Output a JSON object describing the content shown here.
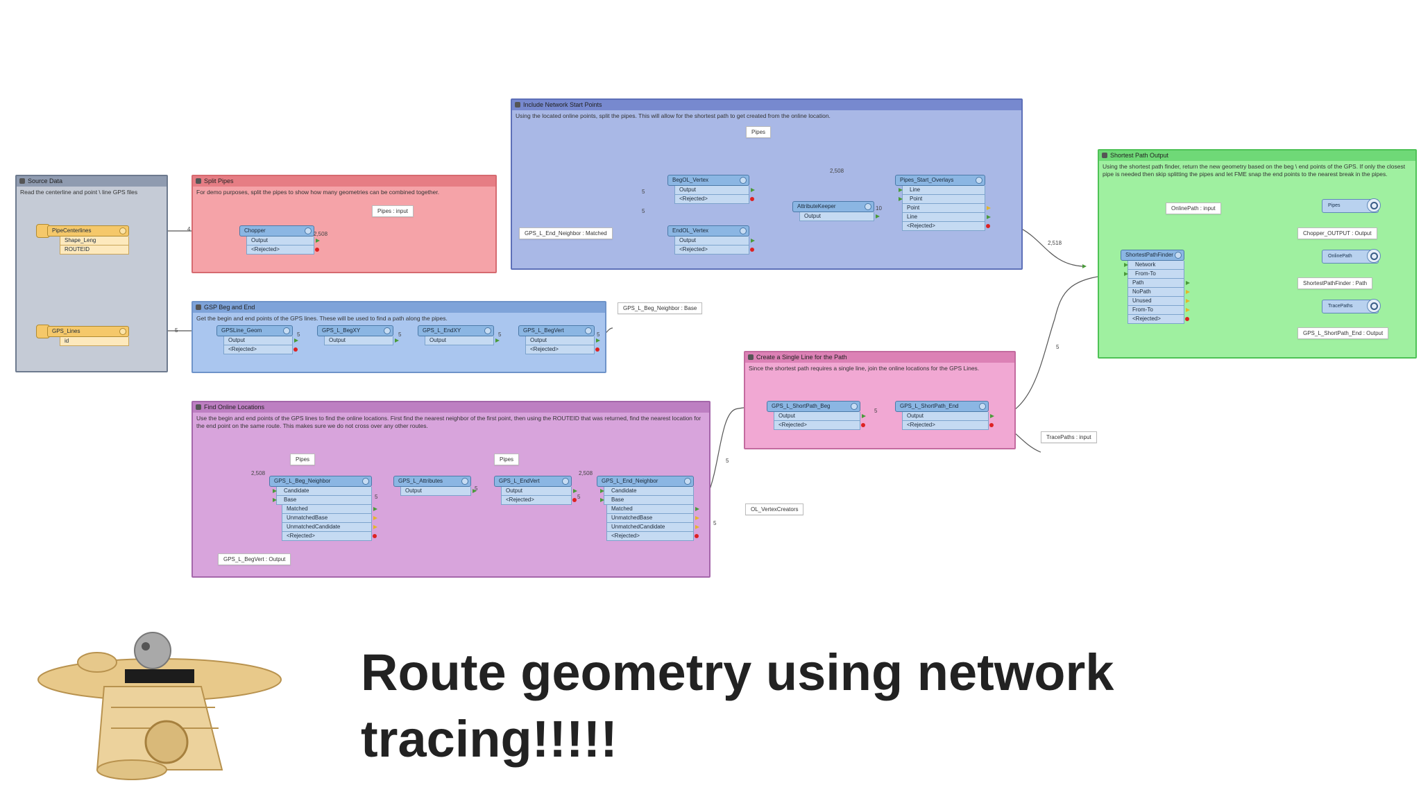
{
  "slide_title": "Route geometry using network tracing!!!!!",
  "bookmarks": {
    "source": {
      "title": "Source Data",
      "desc": "Read the centerline and point \\ line GPS files",
      "color": "#c5cbd6"
    },
    "split": {
      "title": "Split Pipes",
      "desc": "For demo purposes, split the pipes to show how many geometries can be combined together.",
      "color": "#f5a3a8"
    },
    "include": {
      "title": "Include Network Start Points",
      "desc": "Using the located online points, split the pipes.  This will allow for the shortest path to get created from the online location.",
      "color": "#a9b8e6"
    },
    "gsp": {
      "title": "GSP Beg and End",
      "desc": "Get the begin and end points of the GPS lines.  These will be used to find a path along the pipes.",
      "color": "#aac6ef"
    },
    "find": {
      "title": "Find Online Locations",
      "desc": "Use the begin and end points of the GPS lines to find the online locations.  First find the nearest neighbor of the first point, then using the ROUTEID that was returned, find the nearest location for the end point on the same route.  This makes sure we do not cross over any other routes.",
      "color": "#d8a4dc"
    },
    "single": {
      "title": "Create a Single Line for the Path",
      "desc": "Since the shortest path requires a single line, join the online locations for the GPS Lines.",
      "color": "#f1a8d3"
    },
    "shortest": {
      "title": "Shortest Path Output",
      "desc": "Using the shortest path finder, return the new geometry based on the beg \\ end points of the GPS.  If only the closest pipe is needed then skip splitting the pipes and let FME snap the end points to the nearest break in the pipes.",
      "color": "#9ff0a0"
    }
  },
  "readers": {
    "pipe": {
      "name": "PipeCenterlines",
      "attrs": [
        "Shape_Leng",
        "ROUTEID"
      ]
    },
    "gps": {
      "name": "GPS_Lines",
      "attrs": [
        "id"
      ]
    }
  },
  "transformers": {
    "chopper": {
      "name": "Chopper",
      "ports": [
        "Output",
        "<Rejected>"
      ]
    },
    "begol": {
      "name": "BegOL_Vertex",
      "ports": [
        "Output",
        "<Rejected>"
      ]
    },
    "endol": {
      "name": "EndOL_Vertex",
      "ports": [
        "Output",
        "<Rejected>"
      ]
    },
    "attrkeeper": {
      "name": "AttributeKeeper",
      "ports": [
        "Output"
      ]
    },
    "overlays": {
      "name": "Pipes_Start_Overlays",
      "inputs": [
        "Line",
        "Point"
      ],
      "ports": [
        "Point",
        "Line",
        "<Rejected>"
      ]
    },
    "gpsgeom": {
      "name": "GPSLine_Geom",
      "ports": [
        "Output",
        "<Rejected>"
      ]
    },
    "begxy": {
      "name": "GPS_L_BegXY",
      "ports": [
        "Output"
      ]
    },
    "endxy": {
      "name": "GPS_L_EndXY",
      "ports": [
        "Output"
      ]
    },
    "begvert": {
      "name": "GPS_L_BegVert",
      "ports": [
        "Output",
        "<Rejected>"
      ]
    },
    "begneigh": {
      "name": "GPS_L_Beg_Neighbor",
      "inputs": [
        "Candidate",
        "Base"
      ],
      "ports": [
        "Matched",
        "UnmatchedBase",
        "UnmatchedCandidate",
        "<Rejected>"
      ]
    },
    "attributes": {
      "name": "GPS_L_Attributes",
      "ports": [
        "Output"
      ]
    },
    "endvert": {
      "name": "GPS_L_EndVert",
      "ports": [
        "Output",
        "<Rejected>"
      ]
    },
    "endneigh": {
      "name": "GPS_L_End_Neighbor",
      "inputs": [
        "Candidate",
        "Base"
      ],
      "ports": [
        "Matched",
        "UnmatchedBase",
        "UnmatchedCandidate",
        "<Rejected>"
      ]
    },
    "spbeg": {
      "name": "GPS_L_ShortPath_Beg",
      "ports": [
        "Output",
        "<Rejected>"
      ]
    },
    "spend": {
      "name": "GPS_L_ShortPath_End",
      "ports": [
        "Output",
        "<Rejected>"
      ]
    },
    "spf": {
      "name": "ShortestPathFinder",
      "inputs": [
        "Network",
        "From-To"
      ],
      "ports": [
        "Path",
        "NoPath",
        "Unused",
        "From-To",
        "<Rejected>"
      ]
    }
  },
  "notes": {
    "pipes_input": "Pipes : input",
    "pipes_top": "Pipes",
    "end_neighbor_matched": "GPS_L_End_Neighbor : Matched",
    "beg_neighbor_base": "GPS_L_Beg_Neighbor : Base",
    "pipes_a": "Pipes",
    "pipes_b": "Pipes",
    "begvert_output": "GPS_L_BegVert : Output",
    "ol_vertex": "OL_VertexCreators",
    "tracepaths_input": "TracePaths : input",
    "onlinepath_input": "OnlinePath : input",
    "chopper_output": "Chopper_OUTPUT : Output",
    "spf_path": "ShortestPathFinder : Path",
    "shortpath_end_output": "GPS_L_ShortPath_End : Output"
  },
  "inspectors": {
    "pipes": "Pipes",
    "onlinepath": "OnlinePath",
    "tracepaths": "TracePaths"
  },
  "feature_counts": [
    "2,508",
    "4",
    "5",
    "5",
    "5",
    "5",
    "5",
    "2,508",
    "5",
    "5",
    "5",
    "2,508",
    "5",
    "5",
    "10",
    "2,518",
    "5",
    "5",
    "2,508",
    "5",
    "5"
  ],
  "colors": {
    "wire": "#555555",
    "port_ok": "#4a9a3a",
    "port_rejected": "#dd2222",
    "transformer": "#8bb6e3"
  }
}
